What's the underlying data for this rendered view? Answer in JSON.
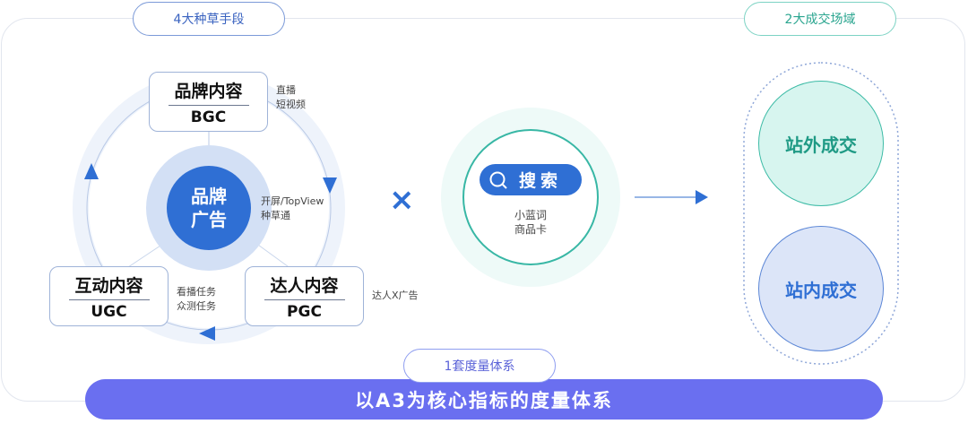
{
  "header": {
    "left_pill": "4大种草手段",
    "right_pill": "2大成交场域"
  },
  "cycle": {
    "center": {
      "line1": "品牌",
      "line2": "广告",
      "notes": [
        "开屏/TopView",
        "种草通"
      ]
    },
    "bgc": {
      "title": "品牌内容",
      "code": "BGC",
      "notes": [
        "直播",
        "短视频"
      ]
    },
    "pgc": {
      "title": "达人内容",
      "code": "PGC",
      "notes": [
        "达人X广告"
      ]
    },
    "ugc": {
      "title": "互动内容",
      "code": "UGC",
      "notes": [
        "看播任务",
        "众测任务"
      ]
    }
  },
  "multiply": "×",
  "search": {
    "label": "搜索",
    "icon": "search-icon",
    "notes": [
      "小蓝词",
      "商品卡"
    ]
  },
  "deals": {
    "outside": "站外成交",
    "inside": "站内成交"
  },
  "footer": {
    "pill": "1套度量体系",
    "bar": "以A3为核心指标的度量体系"
  },
  "colors": {
    "blue": "#2f6fd4",
    "teal": "#35b9a4",
    "purple": "#6a6ff0"
  }
}
